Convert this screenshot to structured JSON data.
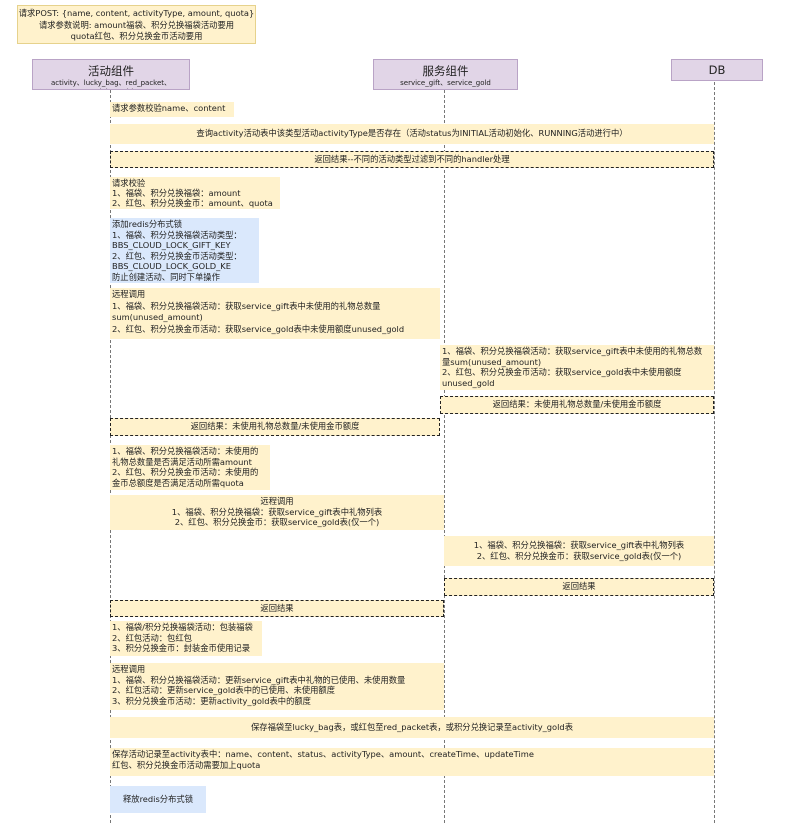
{
  "header_note": {
    "lines": [
      "请求POST: {name, content, activityType, amount, quota}",
      "请求参数说明: amount福袋、积分兑换福袋活动要用",
      "quota红包、积分兑换金币活动要用"
    ]
  },
  "participants": [
    {
      "id": "activity",
      "title": "活动组件",
      "subtitle": "activity、lucky_bag、red_packet、activity_gold"
    },
    {
      "id": "service",
      "title": "服务组件",
      "subtitle": "service_gift、service_gold"
    },
    {
      "id": "db",
      "title": "DB",
      "subtitle": ""
    }
  ],
  "steps": {
    "s1": "请求参数校验name、content",
    "s2": "查询activity活动表中该类型活动activityType是否存在（活动status为INITIAL活动初始化、RUNNING活动进行中）",
    "s3": "返回结果--不同的活动类型过滤到不同的handler处理",
    "s4": [
      "请求校验",
      "1、福袋、积分兑换福袋：amount",
      "2、红包、积分兑换金币：amount、quota"
    ],
    "s5": [
      "添加redis分布式锁",
      "1、福袋、积分兑换福袋活动类型：",
      "BBS_CLOUD_LOCK_GIFT_KEY",
      "2、红包、积分兑换金币活动类型：",
      "BBS_CLOUD_LOCK_GOLD_KE",
      "防止创建活动、同时下单操作"
    ],
    "s6": [
      "远程调用",
      "1、福袋、积分兑换福袋活动：获取service_gift表中未使用的礼物总数量",
      "sum(unused_amount)",
      "2、红包、积分兑换金币活动：获取service_gold表中未使用额度unused_gold"
    ],
    "s7": [
      "1、福袋、积分兑换福袋活动：获取service_gift表中未使用的礼物总数",
      "量sum(unused_amount)",
      "2、红包、积分兑换金币活动：获取service_gold表中未使用额度",
      "unused_gold"
    ],
    "s8": "返回结果：未使用礼物总数量/未使用金币额度",
    "s9": "返回结果：未使用礼物总数量/未使用金币额度",
    "s10": [
      "1、福袋、积分兑换福袋活动：未使用的",
      "礼物总数量是否满足活动所需amount",
      "2、红包、积分兑换金币活动：未使用的",
      "金币总额度是否满足活动所需quota"
    ],
    "s11": [
      "远程调用",
      "1、福袋、积分兑换福袋：获取service_gift表中礼物列表",
      "2、红包、积分兑换金币：获取service_gold表(仅一个)"
    ],
    "s12": [
      "1、福袋、积分兑换福袋：获取service_gift表中礼物列表",
      "2、红包、积分兑换金币：获取service_gold表(仅一个)"
    ],
    "s13": "返回结果",
    "s14": "返回结果",
    "s15": [
      "1、福袋/积分兑换福袋活动：包装福袋",
      "2、红包活动：包红包",
      "3、积分兑换金币：封装金币使用记录"
    ],
    "s16": [
      "远程调用",
      "1、福袋、积分兑换福袋活动：更新service_gift表中礼物的已使用、未使用数量",
      "2、红包活动：更新service_gold表中的已使用、未使用额度",
      "3、积分兑换金币活动：更新activity_gold表中的额度"
    ],
    "s17": "保存福袋至lucky_bag表，或红包至red_packet表，或积分兑换记录至activity_gold表",
    "s18": [
      "保存活动记录至activity表中：name、content、status、activityType、amount、createTime、updateTime",
      "红包、积分兑换金币活动需要加上quota"
    ],
    "s19": "释放redis分布式锁"
  }
}
